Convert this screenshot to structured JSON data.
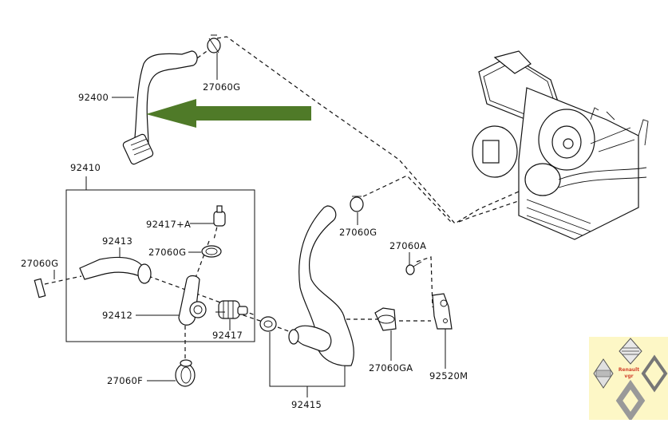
{
  "diagram": {
    "title": "Heater hose assembly - parts diagram",
    "arrow_color": "#4f7a28",
    "labels": {
      "p92400": "92400",
      "p27060G_top": "27060G",
      "p92410": "92410",
      "p92417A": "92417+A",
      "p92413": "92413",
      "p27060G_inner": "27060G",
      "p27060G_left": "27060G",
      "p92412": "92412",
      "p92417": "92417",
      "p27060F": "27060F",
      "p27060G_mid": "27060G",
      "p27060A": "27060A",
      "p27060GA": "27060GA",
      "p92520M": "92520M",
      "p92415": "92415"
    },
    "watermark": {
      "brand_text_line1": "Renault",
      "brand_text_line2": "vgr",
      "background": "#fdf7c6",
      "accent": "#d2452e"
    }
  }
}
